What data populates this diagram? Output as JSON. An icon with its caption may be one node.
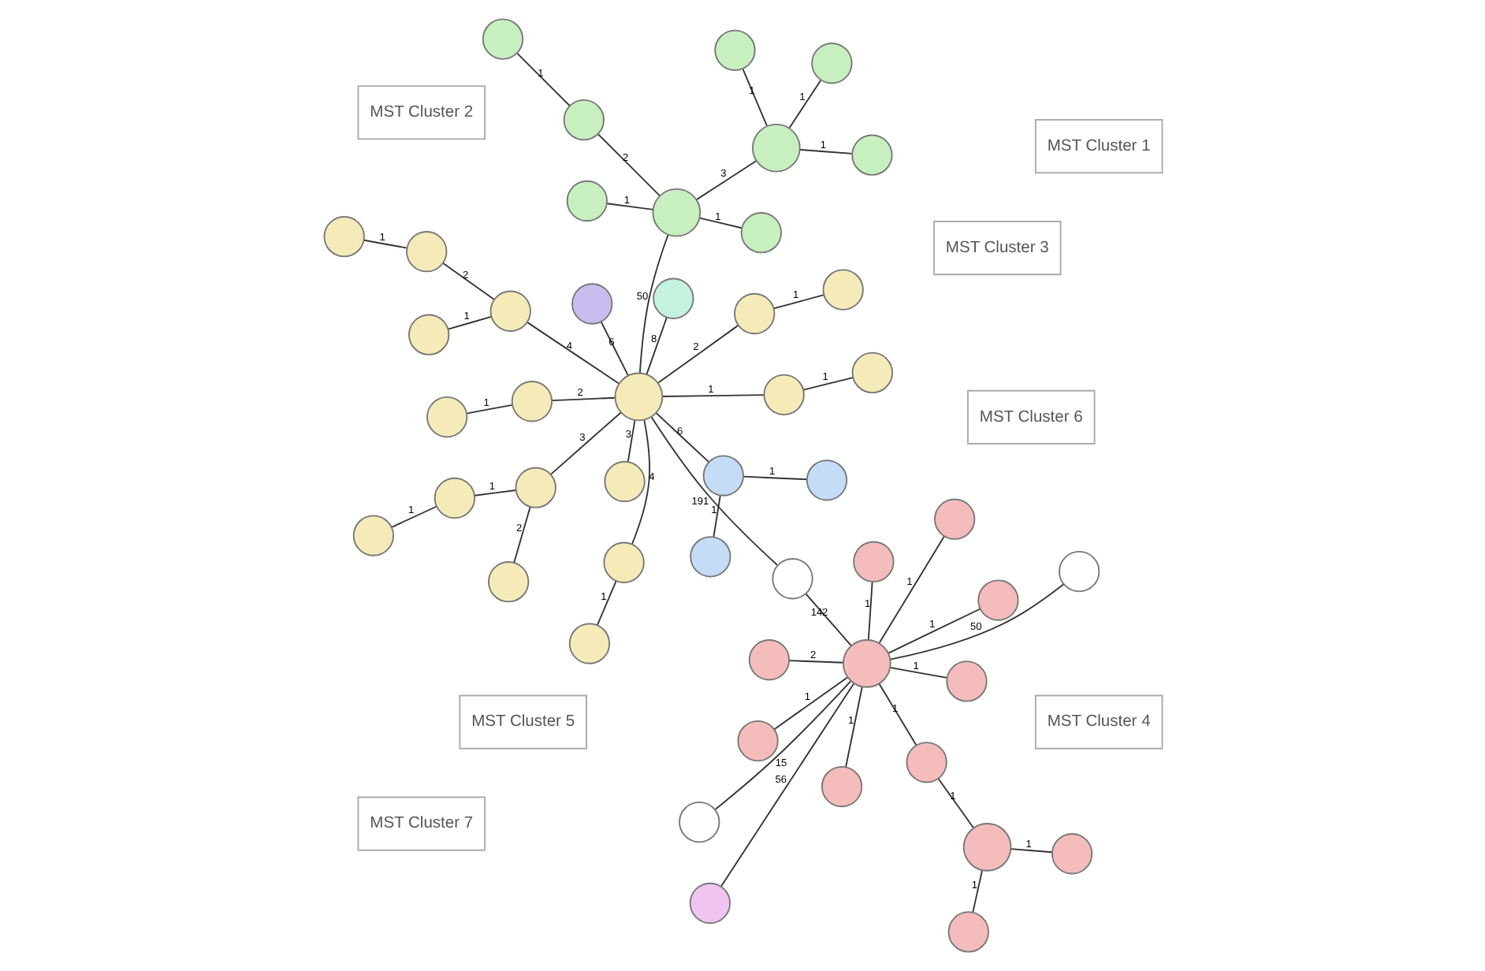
{
  "diagram": {
    "nodes": [
      {
        "text": [
          "MST Cluster 3"
        ]
      },
      {
        "text": [],
        "shape": "circle"
      },
      {
        "text": [],
        "shape": "circle"
      },
      {
        "text": [],
        "shape": "circle"
      },
      {
        "text": [],
        "shape": "circle"
      },
      {
        "text": [],
        "shape": "circle"
      },
      {
        "text": [],
        "shape": "circle"
      },
      {
        "text": [],
        "shape": "circle"
      },
      {
        "text": [],
        "shape": "circle"
      },
      {
        "text": [],
        "shape": "circle"
      },
      {
        "text": [
          "MST Cluster 6"
        ]
      },
      {
        "text": [],
        "shape": "circle"
      },
      {
        "text": [],
        "shape": "circle"
      },
      {
        "text": [],
        "shape": "circle"
      },
      {
        "text": [],
        "shape": "circle"
      },
      {
        "text": [
          "MST Cluster 5"
        ]
      },
      {
        "text": [
          "MST Cluster 4"
        ]
      },
      {
        "text": [],
        "shape": "circle"
      },
      {
        "text": [],
        "shape": "circle"
      },
      {
        "text": [],
        "shape": "circle"
      },
      {
        "text": [],
        "shape": "circle"
      },
      {
        "text": [],
        "shape": "circle"
      },
      {
        "text": [],
        "shape": "circle"
      },
      {
        "text": [],
        "shape": "circle"
      },
      {
        "text": [],
        "shape": "circle"
      },
      {
        "text": [],
        "shape": "circle"
      },
      {
        "text": [],
        "shape": "circle"
      },
      {
        "text": [],
        "shape": "circle"
      },
      {
        "text": [],
        "shape": "circle"
      },
      {
        "text": [],
        "shape": "circle"
      },
      {
        "text": [],
        "shape": "circle"
      },
      {
        "text": [],
        "shape": "circle"
      },
      {
        "text": [],
        "shape": "circle"
      },
      {
        "text": [],
        "shape": "circle"
      },
      {
        "text": [],
        "shape": "circle"
      },
      {
        "text": [],
        "shape": "circle"
      },
      {
        "text": [],
        "shape": "circle"
      },
      {
        "text": [
          "MST Cluster 1"
        ]
      },
      {
        "text": [],
        "shape": "circle"
      },
      {
        "text": [],
        "shape": "circle"
      },
      {
        "text": [],
        "shape": "circle"
      },
      {
        "text": [],
        "shape": "circle"
      },
      {
        "text": [],
        "shape": "circle"
      },
      {
        "text": [],
        "shape": "circle"
      },
      {
        "text": [],
        "shape": "circle"
      },
      {
        "text": [],
        "shape": "circle"
      },
      {
        "text": [],
        "shape": "circle"
      },
      {
        "text": [
          "MST Cluster 2"
        ]
      },
      {
        "text": [],
        "shape": "circle"
      },
      {
        "text": [],
        "shape": "circle"
      },
      {
        "text": [],
        "shape": "circle"
      },
      {
        "text": [],
        "shape": "circle"
      },
      {
        "text": [
          "MST Cluster 7"
        ]
      },
      {
        "text": [],
        "shape": "circle"
      },
      {
        "text": [],
        "shape": "circle"
      }
    ],
    "edges": [
      {
        "from": 4,
        "to": 2,
        "arrow": "none",
        "label": "1"
      },
      {
        "from": 4,
        "to": 1,
        "arrow": "none",
        "label": "1"
      },
      {
        "from": 4,
        "to": 3,
        "arrow": "none",
        "label": "1"
      },
      {
        "from": 4,
        "to": 7,
        "arrow": "none",
        "label": "3"
      },
      {
        "from": 7,
        "to": 5,
        "arrow": "none",
        "label": "1"
      },
      {
        "from": 7,
        "to": 6,
        "arrow": "none",
        "label": "1"
      },
      {
        "from": 7,
        "to": 8,
        "arrow": "none",
        "label": "2"
      },
      {
        "from": 8,
        "to": 9,
        "arrow": "none",
        "label": "1"
      },
      {
        "from": 7,
        "to": 22,
        "arrow": "none",
        "label": "50"
      },
      {
        "from": 22,
        "to": 12,
        "arrow": "none",
        "label": "6"
      },
      {
        "from": 22,
        "to": 13,
        "arrow": "none",
        "label": "8"
      },
      {
        "from": 22,
        "to": 14,
        "arrow": "none",
        "label": "2"
      },
      {
        "from": 14,
        "to": 11,
        "arrow": "none",
        "label": "1"
      },
      {
        "from": 22,
        "to": 17,
        "arrow": "none",
        "label": "3"
      },
      {
        "from": 22,
        "to": 18,
        "arrow": "none",
        "label": "6"
      },
      {
        "from": 18,
        "to": 19,
        "arrow": "none",
        "label": "1"
      },
      {
        "from": 18,
        "to": 24,
        "arrow": "none",
        "label": "1"
      },
      {
        "from": 22,
        "to": 20,
        "arrow": "none",
        "label": "1"
      },
      {
        "from": 20,
        "to": 21,
        "arrow": "none",
        "label": "1"
      },
      {
        "from": 22,
        "to": 23,
        "arrow": "none",
        "label": "4"
      },
      {
        "from": 23,
        "to": 27,
        "arrow": "none",
        "label": "1"
      },
      {
        "from": 22,
        "to": 25,
        "arrow": "none",
        "label": "2"
      },
      {
        "from": 25,
        "to": 32,
        "arrow": "none",
        "label": "1"
      },
      {
        "from": 22,
        "to": 26,
        "arrow": "none",
        "label": "3"
      },
      {
        "from": 26,
        "to": 31,
        "arrow": "none",
        "label": "2"
      },
      {
        "from": 26,
        "to": 33,
        "arrow": "none",
        "label": "1"
      },
      {
        "from": 33,
        "to": 35,
        "arrow": "none",
        "label": "1"
      },
      {
        "from": 22,
        "to": 29,
        "arrow": "none",
        "label": "4"
      },
      {
        "from": 29,
        "to": 30,
        "arrow": "none",
        "label": "1"
      },
      {
        "from": 29,
        "to": 34,
        "arrow": "none",
        "label": "2"
      },
      {
        "from": 34,
        "to": 36,
        "arrow": "none",
        "label": "1"
      },
      {
        "from": 22,
        "to": 28,
        "arrow": "none",
        "label": "191"
      },
      {
        "from": 28,
        "to": 45,
        "arrow": "none",
        "label": "142"
      },
      {
        "from": 45,
        "to": 43,
        "arrow": "none",
        "label": "1"
      },
      {
        "from": 45,
        "to": 39,
        "arrow": "none",
        "label": "1"
      },
      {
        "from": 45,
        "to": 40,
        "arrow": "none",
        "label": "1"
      },
      {
        "from": 40,
        "to": 41,
        "arrow": "none",
        "label": "1"
      },
      {
        "from": 41,
        "to": 38,
        "arrow": "none",
        "label": "1"
      },
      {
        "from": 41,
        "to": 42,
        "arrow": "none",
        "label": "1"
      },
      {
        "from": 45,
        "to": 44,
        "arrow": "none",
        "label": "1"
      },
      {
        "from": 45,
        "to": 48,
        "arrow": "none",
        "label": "1"
      },
      {
        "from": 45,
        "to": 50,
        "arrow": "none",
        "label": "2"
      },
      {
        "from": 45,
        "to": 49,
        "arrow": "none",
        "label": "1"
      },
      {
        "from": 45,
        "to": 46,
        "arrow": "none",
        "label": "1"
      },
      {
        "from": 45,
        "to": 51,
        "arrow": "none",
        "label": "50"
      },
      {
        "from": 45,
        "to": 53,
        "arrow": "none",
        "label": "15"
      },
      {
        "from": 45,
        "to": 54,
        "arrow": "none",
        "label": "56"
      }
    ]
  }
}
